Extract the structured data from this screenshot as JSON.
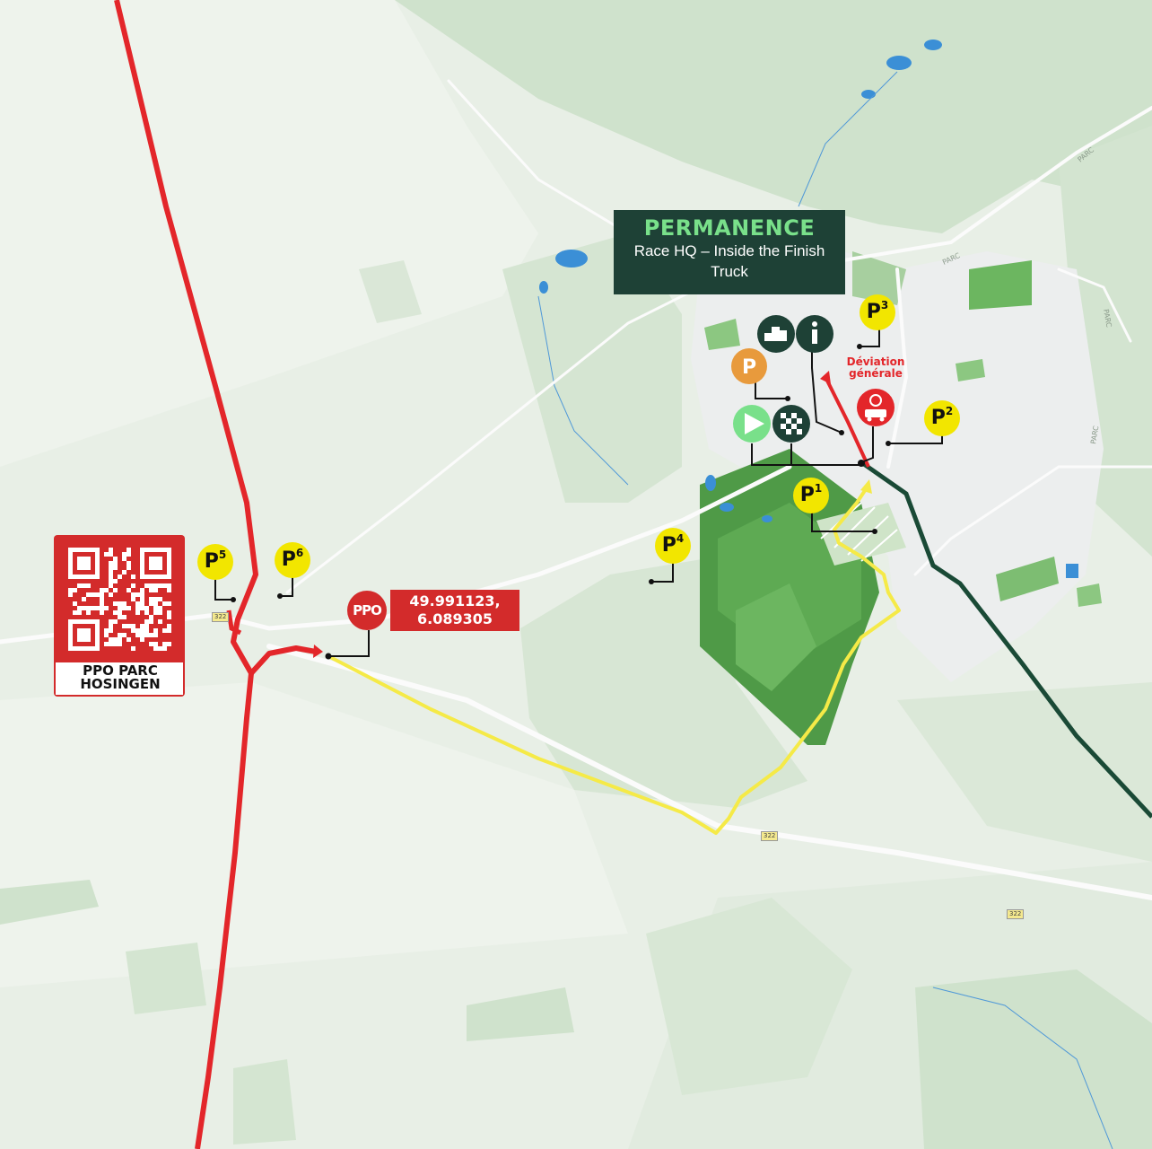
{
  "permanence": {
    "title": "PERMANENCE",
    "subtitle": "Race HQ – Inside the Finish Truck"
  },
  "ppo_marker": {
    "label": "PPO",
    "coordinates_line1": "49.991123,",
    "coordinates_line2": "6.089305"
  },
  "qr": {
    "label_line1": "PPO PARC",
    "label_line2": "HOSINGEN"
  },
  "deviation": {
    "line1": "Déviation",
    "line2": "générale"
  },
  "parkings": [
    {
      "id": "p1",
      "letter": "P",
      "sup": "1"
    },
    {
      "id": "p2",
      "letter": "P",
      "sup": "2"
    },
    {
      "id": "p3",
      "letter": "P",
      "sup": "3"
    },
    {
      "id": "p4",
      "letter": "P",
      "sup": "4"
    },
    {
      "id": "p5",
      "letter": "P",
      "sup": "5"
    },
    {
      "id": "p6",
      "letter": "P",
      "sup": "6"
    }
  ],
  "road_numbers": [
    "322",
    "322",
    "322"
  ],
  "street_labels": [
    "PARC",
    "PARC",
    "PARC",
    "PARC"
  ],
  "icons": {
    "podium": "podium-icon",
    "info": "info-icon",
    "parking_orange": "P",
    "start": "start-play-icon",
    "finish": "checkered-flag-icon",
    "deviation": "car-bike-icon"
  },
  "colors": {
    "route_red": "#e3262a",
    "route_yellow": "#f5ea47",
    "route_green": "#1a4a36",
    "parking_yellow": "#f2e600",
    "hq_box": "#1e4136",
    "ppo_red": "#d32b2b",
    "map_bg": "#e9f0e7"
  }
}
